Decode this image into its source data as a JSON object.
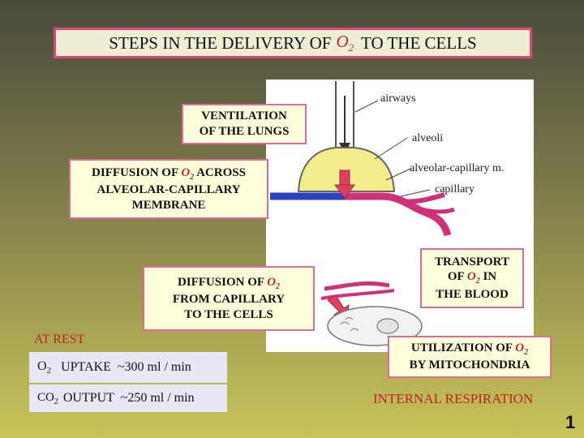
{
  "title": {
    "text_before": "STEPS IN THE DELIVERY OF ",
    "o2": "O",
    "o2_sub": "2",
    "text_after": " TO THE CELLS"
  },
  "diagram_labels": {
    "airways": "airways",
    "alveoli": "alveoli",
    "alveolar_capillary_membrane": "alveolar-capillary m.",
    "capillary": "capillary"
  },
  "boxes": {
    "ventilation": {
      "line1": "VENTILATION",
      "line2": "OF THE LUNGS"
    },
    "diffusion_membrane": {
      "pre": "DIFFUSION OF ",
      "o2": "O",
      "sub": "2",
      "post": " ACROSS",
      "line2": "ALVEOLAR-CAPILLARY",
      "line3": "MEMBRANE"
    },
    "diffusion_cells": {
      "pre": "DIFFUSION OF ",
      "o2": "O",
      "sub": "2",
      "line2": "FROM CAPILLARY",
      "line3": "TO THE CELLS"
    },
    "transport": {
      "line1": "TRANSPORT",
      "pre": "OF ",
      "o2": "O",
      "sub": "2",
      "post": " IN",
      "line3": "THE BLOOD"
    },
    "utilization": {
      "pre": "UTILIZATION OF ",
      "o2": "O",
      "sub": "2",
      "line2": "BY MITOCHONDRIA"
    }
  },
  "at_rest": {
    "heading": "AT REST",
    "uptake": {
      "gas": "O",
      "sub": "2",
      "text": "UPTAKE  ~300 ml / min"
    },
    "output": {
      "gas": "CO",
      "sub": "2",
      "text": "OUTPUT  ~250 ml / min"
    }
  },
  "internal_respiration": "INTERNAL RESPIRATION",
  "page_number": "1",
  "colors": {
    "accent_pink": "#e06a98",
    "o2_red": "#c42a2a",
    "venous_blue": "#2a3fc4",
    "arterial_pink": "#d0307a",
    "alveolus_yellow": "#f4ec8a"
  }
}
